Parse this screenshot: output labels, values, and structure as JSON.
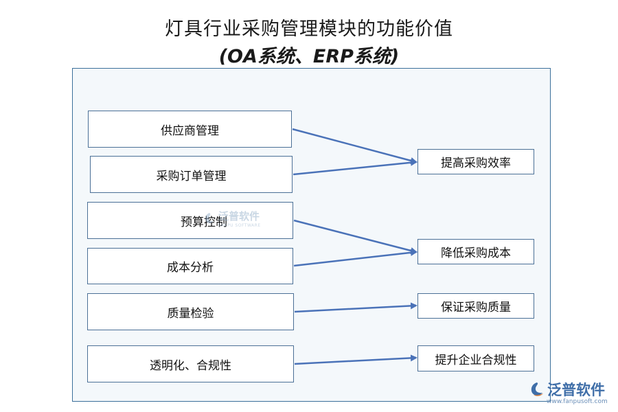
{
  "title": {
    "line1": "灯具行业采购管理模块的功能价值",
    "line2": "(OA系统、ERP系统)"
  },
  "functions": [
    {
      "id": "supplier",
      "label": "供应商管理"
    },
    {
      "id": "order",
      "label": "采购订单管理"
    },
    {
      "id": "budget",
      "label": "预算控制"
    },
    {
      "id": "cost-analysis",
      "label": "成本分析"
    },
    {
      "id": "quality-inspection",
      "label": "质量检验"
    },
    {
      "id": "transparency",
      "label": "透明化、合规性"
    }
  ],
  "values": [
    {
      "id": "efficiency",
      "label": "提高采购效率"
    },
    {
      "id": "cost",
      "label": "降低采购成本"
    },
    {
      "id": "quality",
      "label": "保证采购质量"
    },
    {
      "id": "compliance",
      "label": "提升企业合规性"
    }
  ],
  "edges": [
    {
      "from": "supplier",
      "to": "efficiency"
    },
    {
      "from": "order",
      "to": "efficiency"
    },
    {
      "from": "budget",
      "to": "cost"
    },
    {
      "from": "cost-analysis",
      "to": "cost"
    },
    {
      "from": "quality-inspection",
      "to": "quality"
    },
    {
      "from": "transparency",
      "to": "compliance"
    }
  ],
  "watermark": {
    "brand": "泛普软件",
    "subtitle": "FANPU SOFTWARE",
    "url": "www.fanpusoft.com"
  },
  "colors": {
    "arrow": "#4a72b8",
    "box_border": "#4a6f96",
    "panel_bg": "#f4f8fb"
  }
}
